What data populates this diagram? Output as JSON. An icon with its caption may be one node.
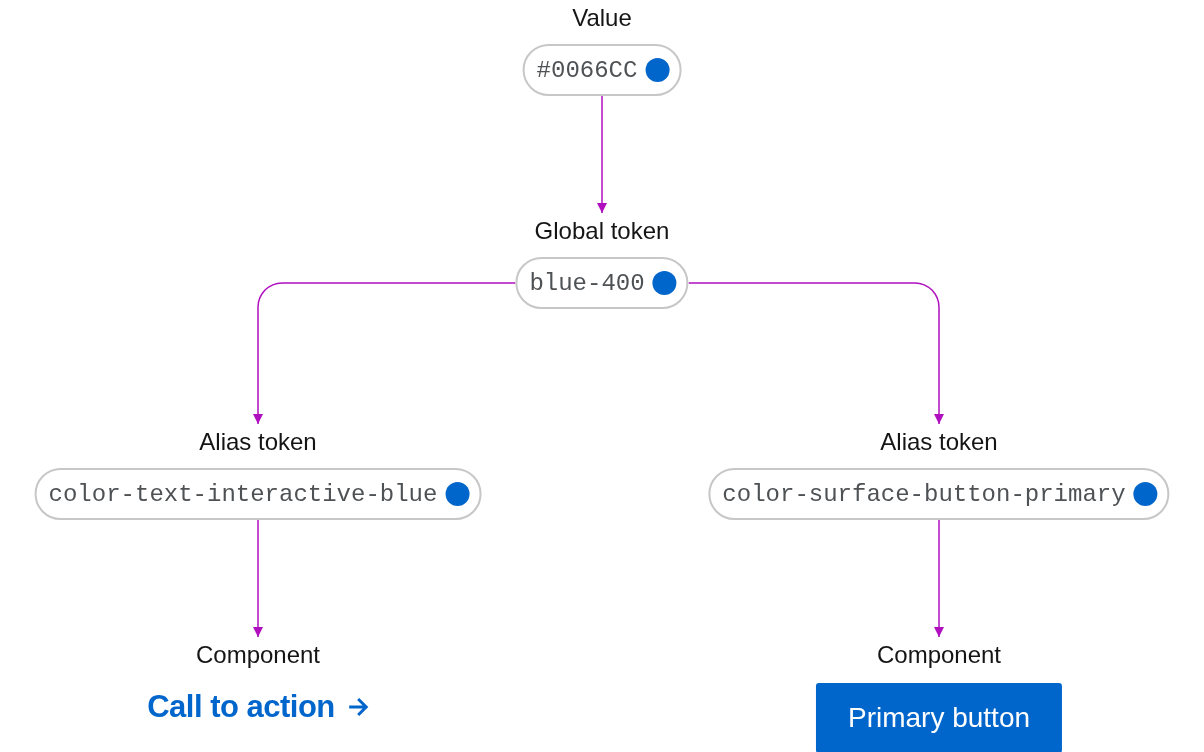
{
  "diagram": {
    "nodes": [
      {
        "text": [
          "Value",
          "#0066CC"
        ]
      },
      {
        "text": [
          "Global token",
          "blue-400"
        ]
      },
      {
        "text": [
          "Alias token",
          "color-text-interactive-blue"
        ]
      },
      {
        "text": [
          "Alias token",
          "color-surface-button-primary"
        ]
      },
      {
        "text": [
          "Component",
          "Call to action"
        ]
      },
      {
        "text": [
          "Component",
          "Primary button"
        ]
      }
    ],
    "edges": [
      {
        "from": 0,
        "to": 1,
        "arrow": "to"
      },
      {
        "from": 1,
        "to": 2,
        "arrow": "to"
      },
      {
        "from": 1,
        "to": 3,
        "arrow": "to"
      },
      {
        "from": 2,
        "to": 4,
        "arrow": "to"
      },
      {
        "from": 3,
        "to": 5,
        "arrow": "to"
      }
    ]
  }
}
